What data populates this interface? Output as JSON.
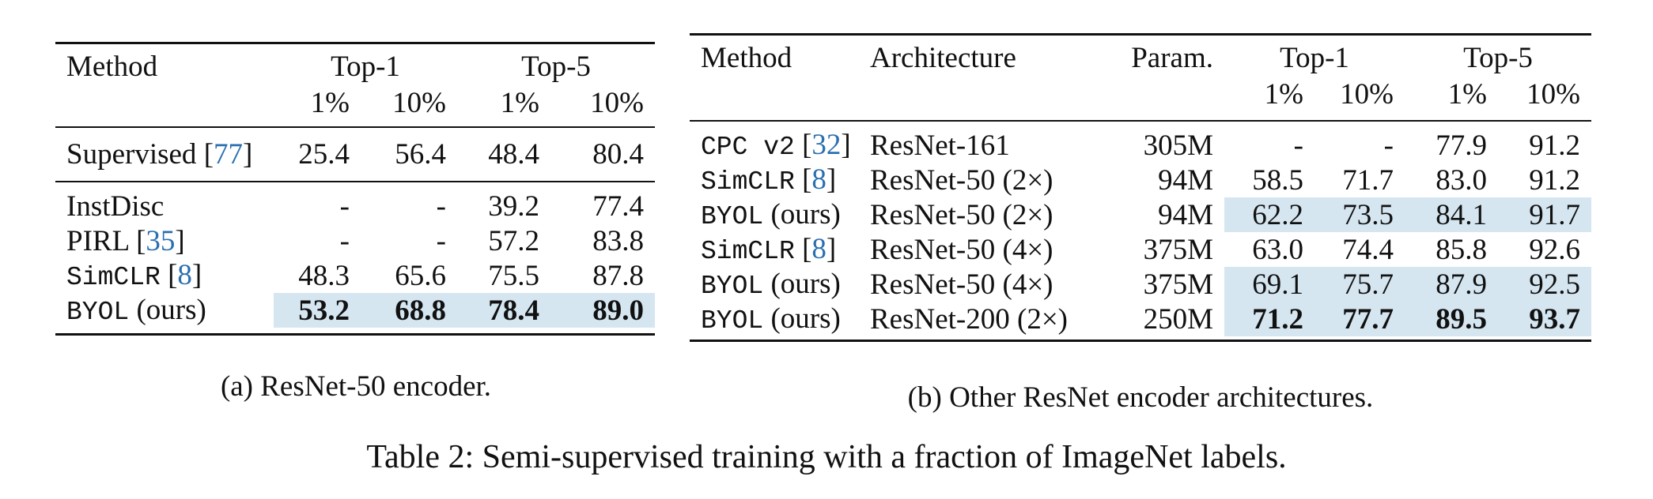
{
  "table_a": {
    "headers": {
      "method": "Method",
      "top1": "Top-1",
      "top5": "Top-5",
      "pct1": "1%",
      "pct10": "10%"
    },
    "baseline": {
      "method": "Supervised",
      "ref": "77",
      "values": [
        "25.4",
        "56.4",
        "48.4",
        "80.4"
      ]
    },
    "rows": [
      {
        "method": "InstDisc",
        "ref": "",
        "values": [
          "-",
          "-",
          "39.2",
          "77.4"
        ]
      },
      {
        "method": "PIRL",
        "ref": "35",
        "values": [
          "-",
          "-",
          "57.2",
          "83.8"
        ]
      },
      {
        "method": "SimCLR",
        "ref": "8",
        "values": [
          "48.3",
          "65.6",
          "75.5",
          "87.8"
        ]
      },
      {
        "method": "BYOL",
        "suffix": "(ours)",
        "values": [
          "53.2",
          "68.8",
          "78.4",
          "89.0"
        ]
      }
    ],
    "caption": "(a) ResNet-50 encoder."
  },
  "table_b": {
    "headers": {
      "method": "Method",
      "arch": "Architecture",
      "param": "Param.",
      "top1": "Top-1",
      "top5": "Top-5",
      "pct1": "1%",
      "pct10": "10%"
    },
    "rows": [
      {
        "method": "CPC v2",
        "ref": "32",
        "arch": "ResNet-161",
        "param": "305M",
        "values": [
          "-",
          "-",
          "77.9",
          "91.2"
        ]
      },
      {
        "method": "SimCLR",
        "ref": "8",
        "arch": "ResNet-50 (2×)",
        "param": "94M",
        "values": [
          "58.5",
          "71.7",
          "83.0",
          "91.2"
        ]
      },
      {
        "method": "BYOL",
        "suffix": "(ours)",
        "arch": "ResNet-50 (2×)",
        "param": "94M",
        "values": [
          "62.2",
          "73.5",
          "84.1",
          "91.7"
        ]
      },
      {
        "method": "SimCLR",
        "ref": "8",
        "arch": "ResNet-50 (4×)",
        "param": "375M",
        "values": [
          "63.0",
          "74.4",
          "85.8",
          "92.6"
        ]
      },
      {
        "method": "BYOL",
        "suffix": "(ours)",
        "arch": "ResNet-50 (4×)",
        "param": "375M",
        "values": [
          "69.1",
          "75.7",
          "87.9",
          "92.5"
        ]
      },
      {
        "method": "BYOL",
        "suffix": "(ours)",
        "arch": "ResNet-200 (2×)",
        "param": "250M",
        "values": [
          "71.2",
          "77.7",
          "89.5",
          "93.7"
        ]
      }
    ],
    "caption": "(b) Other ResNet encoder architectures."
  },
  "caption": "Table 2: Semi-supervised training with a fraction of ImageNet labels."
}
